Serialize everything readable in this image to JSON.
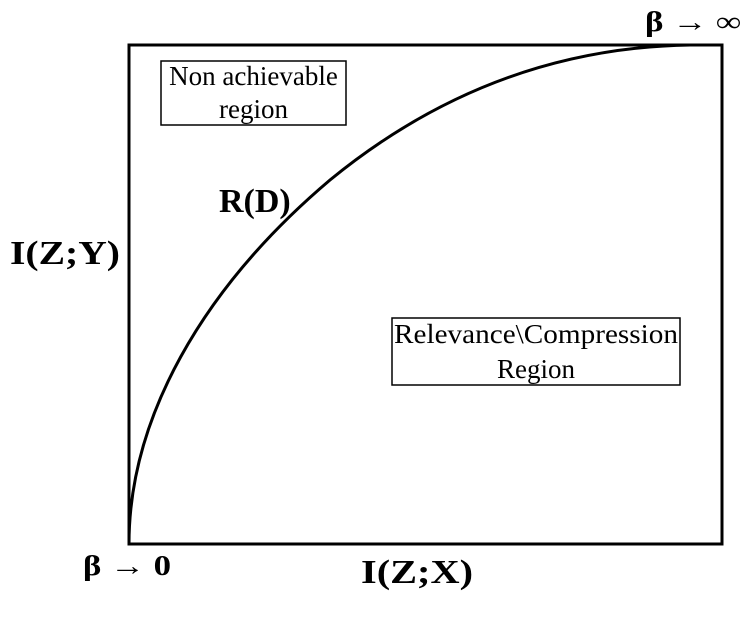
{
  "diagram": {
    "y_axis_label": "I(Z;Y)",
    "x_axis_label": "I(Z;X)",
    "curve_label": "R(D)",
    "start_point_label": "β → 0",
    "end_point_label": "β → ∞",
    "non_achievable_box": {
      "line1": "Non achievable",
      "line2": "region"
    },
    "relevance_box": {
      "line1": "Relevance\\Compression",
      "line2": "Region"
    },
    "colors": {
      "stroke": "#000000",
      "background": "#ffffff"
    }
  }
}
